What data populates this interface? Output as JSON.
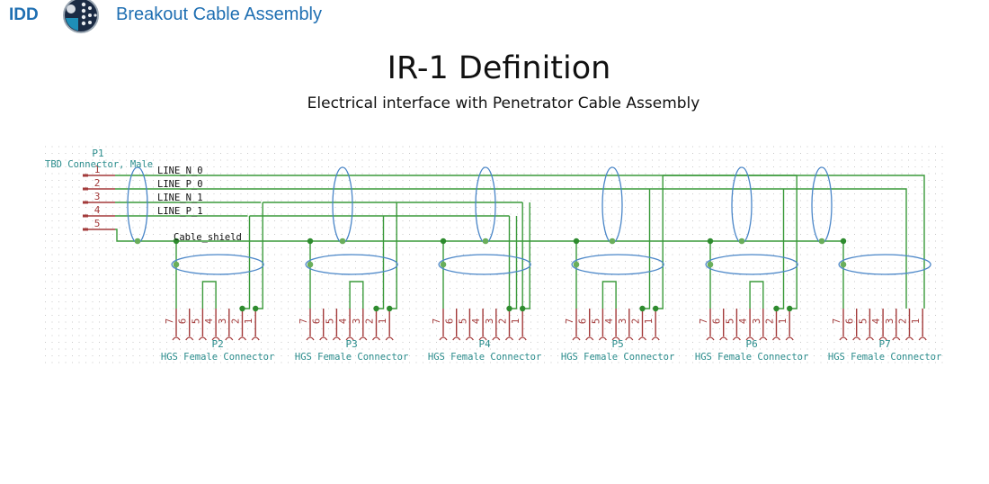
{
  "header": {
    "org": "IDD",
    "logo_icon": "dotted-globe-logo-icon",
    "title": "Breakout Cable Assembly"
  },
  "slide": {
    "title": "IR-1 Definition",
    "subtitle": "Electrical interface with Penetrator Cable Assembly"
  },
  "colors": {
    "brand": "#1f6fb2",
    "wire": "#3a9a3a",
    "pin": "#a33a3a",
    "ref_text": "#2a8c8c",
    "shield_ellipse": "#4a86c8",
    "junction": "#2e8b2e",
    "grid_dot": "#c8c8c8"
  },
  "schematic": {
    "source": {
      "ref": "P1",
      "value": "TBD Connector, Male",
      "pins": [
        "1",
        "2",
        "3",
        "4",
        "5"
      ]
    },
    "nets": [
      "LINE_N_0",
      "LINE_P_0",
      "LINE_N_1",
      "LINE_P_1",
      "Cable_shield"
    ],
    "connectors": [
      {
        "ref": "P2",
        "value": "HGS Female Connector",
        "pins": [
          "7",
          "6",
          "5",
          "4",
          "3",
          "2",
          "1"
        ]
      },
      {
        "ref": "P3",
        "value": "HGS Female Connector",
        "pins": [
          "7",
          "6",
          "5",
          "4",
          "3",
          "2",
          "1"
        ]
      },
      {
        "ref": "P4",
        "value": "HGS Female Connector",
        "pins": [
          "7",
          "6",
          "5",
          "4",
          "3",
          "2",
          "1"
        ]
      },
      {
        "ref": "P5",
        "value": "HGS Female Connector",
        "pins": [
          "7",
          "6",
          "5",
          "4",
          "3",
          "2",
          "1"
        ]
      },
      {
        "ref": "P6",
        "value": "HGS Female Connector",
        "pins": [
          "7",
          "6",
          "5",
          "4",
          "3",
          "2",
          "1"
        ]
      },
      {
        "ref": "P7",
        "value": "HGS Female Connector",
        "pins": [
          "7",
          "6",
          "5",
          "4",
          "3",
          "2",
          "1"
        ]
      }
    ]
  }
}
